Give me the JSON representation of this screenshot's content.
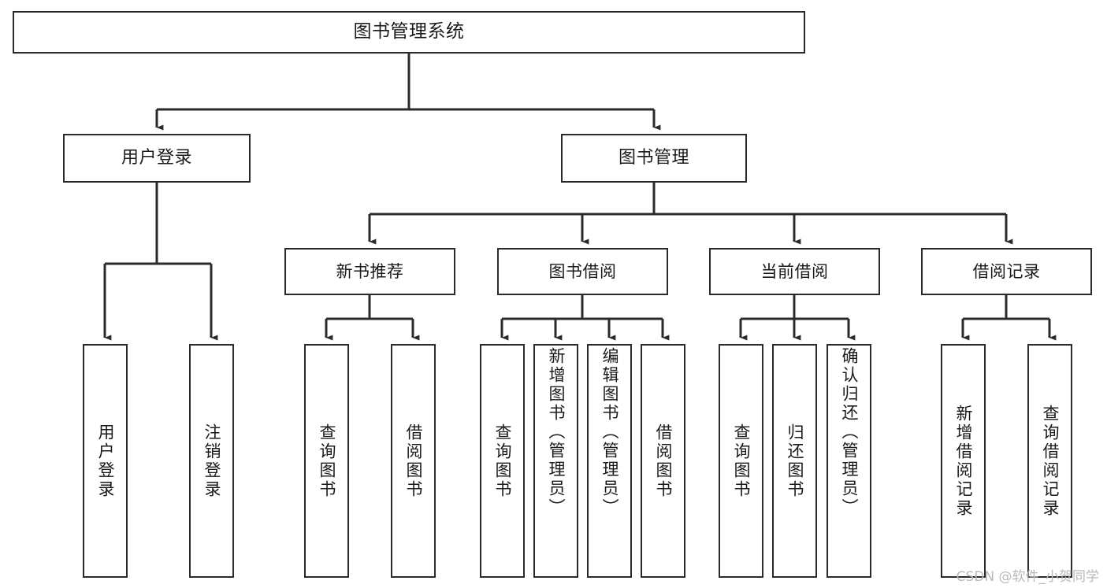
{
  "diagram": {
    "title": "图书管理系统",
    "type": "tree-hierarchy",
    "watermark": "CSDN @软件_小贺同学",
    "colors": {
      "background": "#ffffff",
      "node_border": "#2b2b2b",
      "node_fill": "#ffffff",
      "text": "#1a1a1a",
      "connector": "#2b2b2b",
      "watermark": "#b9b9b9"
    },
    "root": {
      "id": "root",
      "label": "图书管理系统"
    },
    "level2": [
      {
        "id": "user-login",
        "label": "用户登录"
      },
      {
        "id": "book-manage",
        "label": "图书管理"
      }
    ],
    "level3": [
      {
        "id": "new-book-rec",
        "label": "新书推荐",
        "parent": "book-manage"
      },
      {
        "id": "book-borrow",
        "label": "图书借阅",
        "parent": "book-manage"
      },
      {
        "id": "current-borrow",
        "label": "当前借阅",
        "parent": "book-manage"
      },
      {
        "id": "borrow-record",
        "label": "借阅记录",
        "parent": "book-manage"
      }
    ],
    "leaves": [
      {
        "id": "leaf-user-login",
        "label": "用户登录",
        "parent": "user-login"
      },
      {
        "id": "leaf-logout-login",
        "label": "注销登录",
        "parent": "user-login"
      },
      {
        "id": "leaf-query-book-1",
        "label": "查询图书",
        "parent": "new-book-rec"
      },
      {
        "id": "leaf-borrow-book-1",
        "label": "借阅图书",
        "parent": "new-book-rec"
      },
      {
        "id": "leaf-query-book-2",
        "label": "查询图书",
        "parent": "book-borrow"
      },
      {
        "id": "leaf-add-book",
        "label": "新增图书（管理员）",
        "parent": "book-borrow"
      },
      {
        "id": "leaf-edit-book",
        "label": "编辑图书（管理员）",
        "parent": "book-borrow"
      },
      {
        "id": "leaf-borrow-book-2",
        "label": "借阅图书",
        "parent": "book-borrow"
      },
      {
        "id": "leaf-query-book-3",
        "label": "查询图书",
        "parent": "current-borrow"
      },
      {
        "id": "leaf-return-book",
        "label": "归还图书",
        "parent": "current-borrow"
      },
      {
        "id": "leaf-confirm-return",
        "label": "确认归还（管理员）",
        "parent": "current-borrow"
      },
      {
        "id": "leaf-add-record",
        "label": "新增借阅记录",
        "parent": "borrow-record"
      },
      {
        "id": "leaf-query-record",
        "label": "查询借阅记录",
        "parent": "borrow-record"
      }
    ]
  }
}
